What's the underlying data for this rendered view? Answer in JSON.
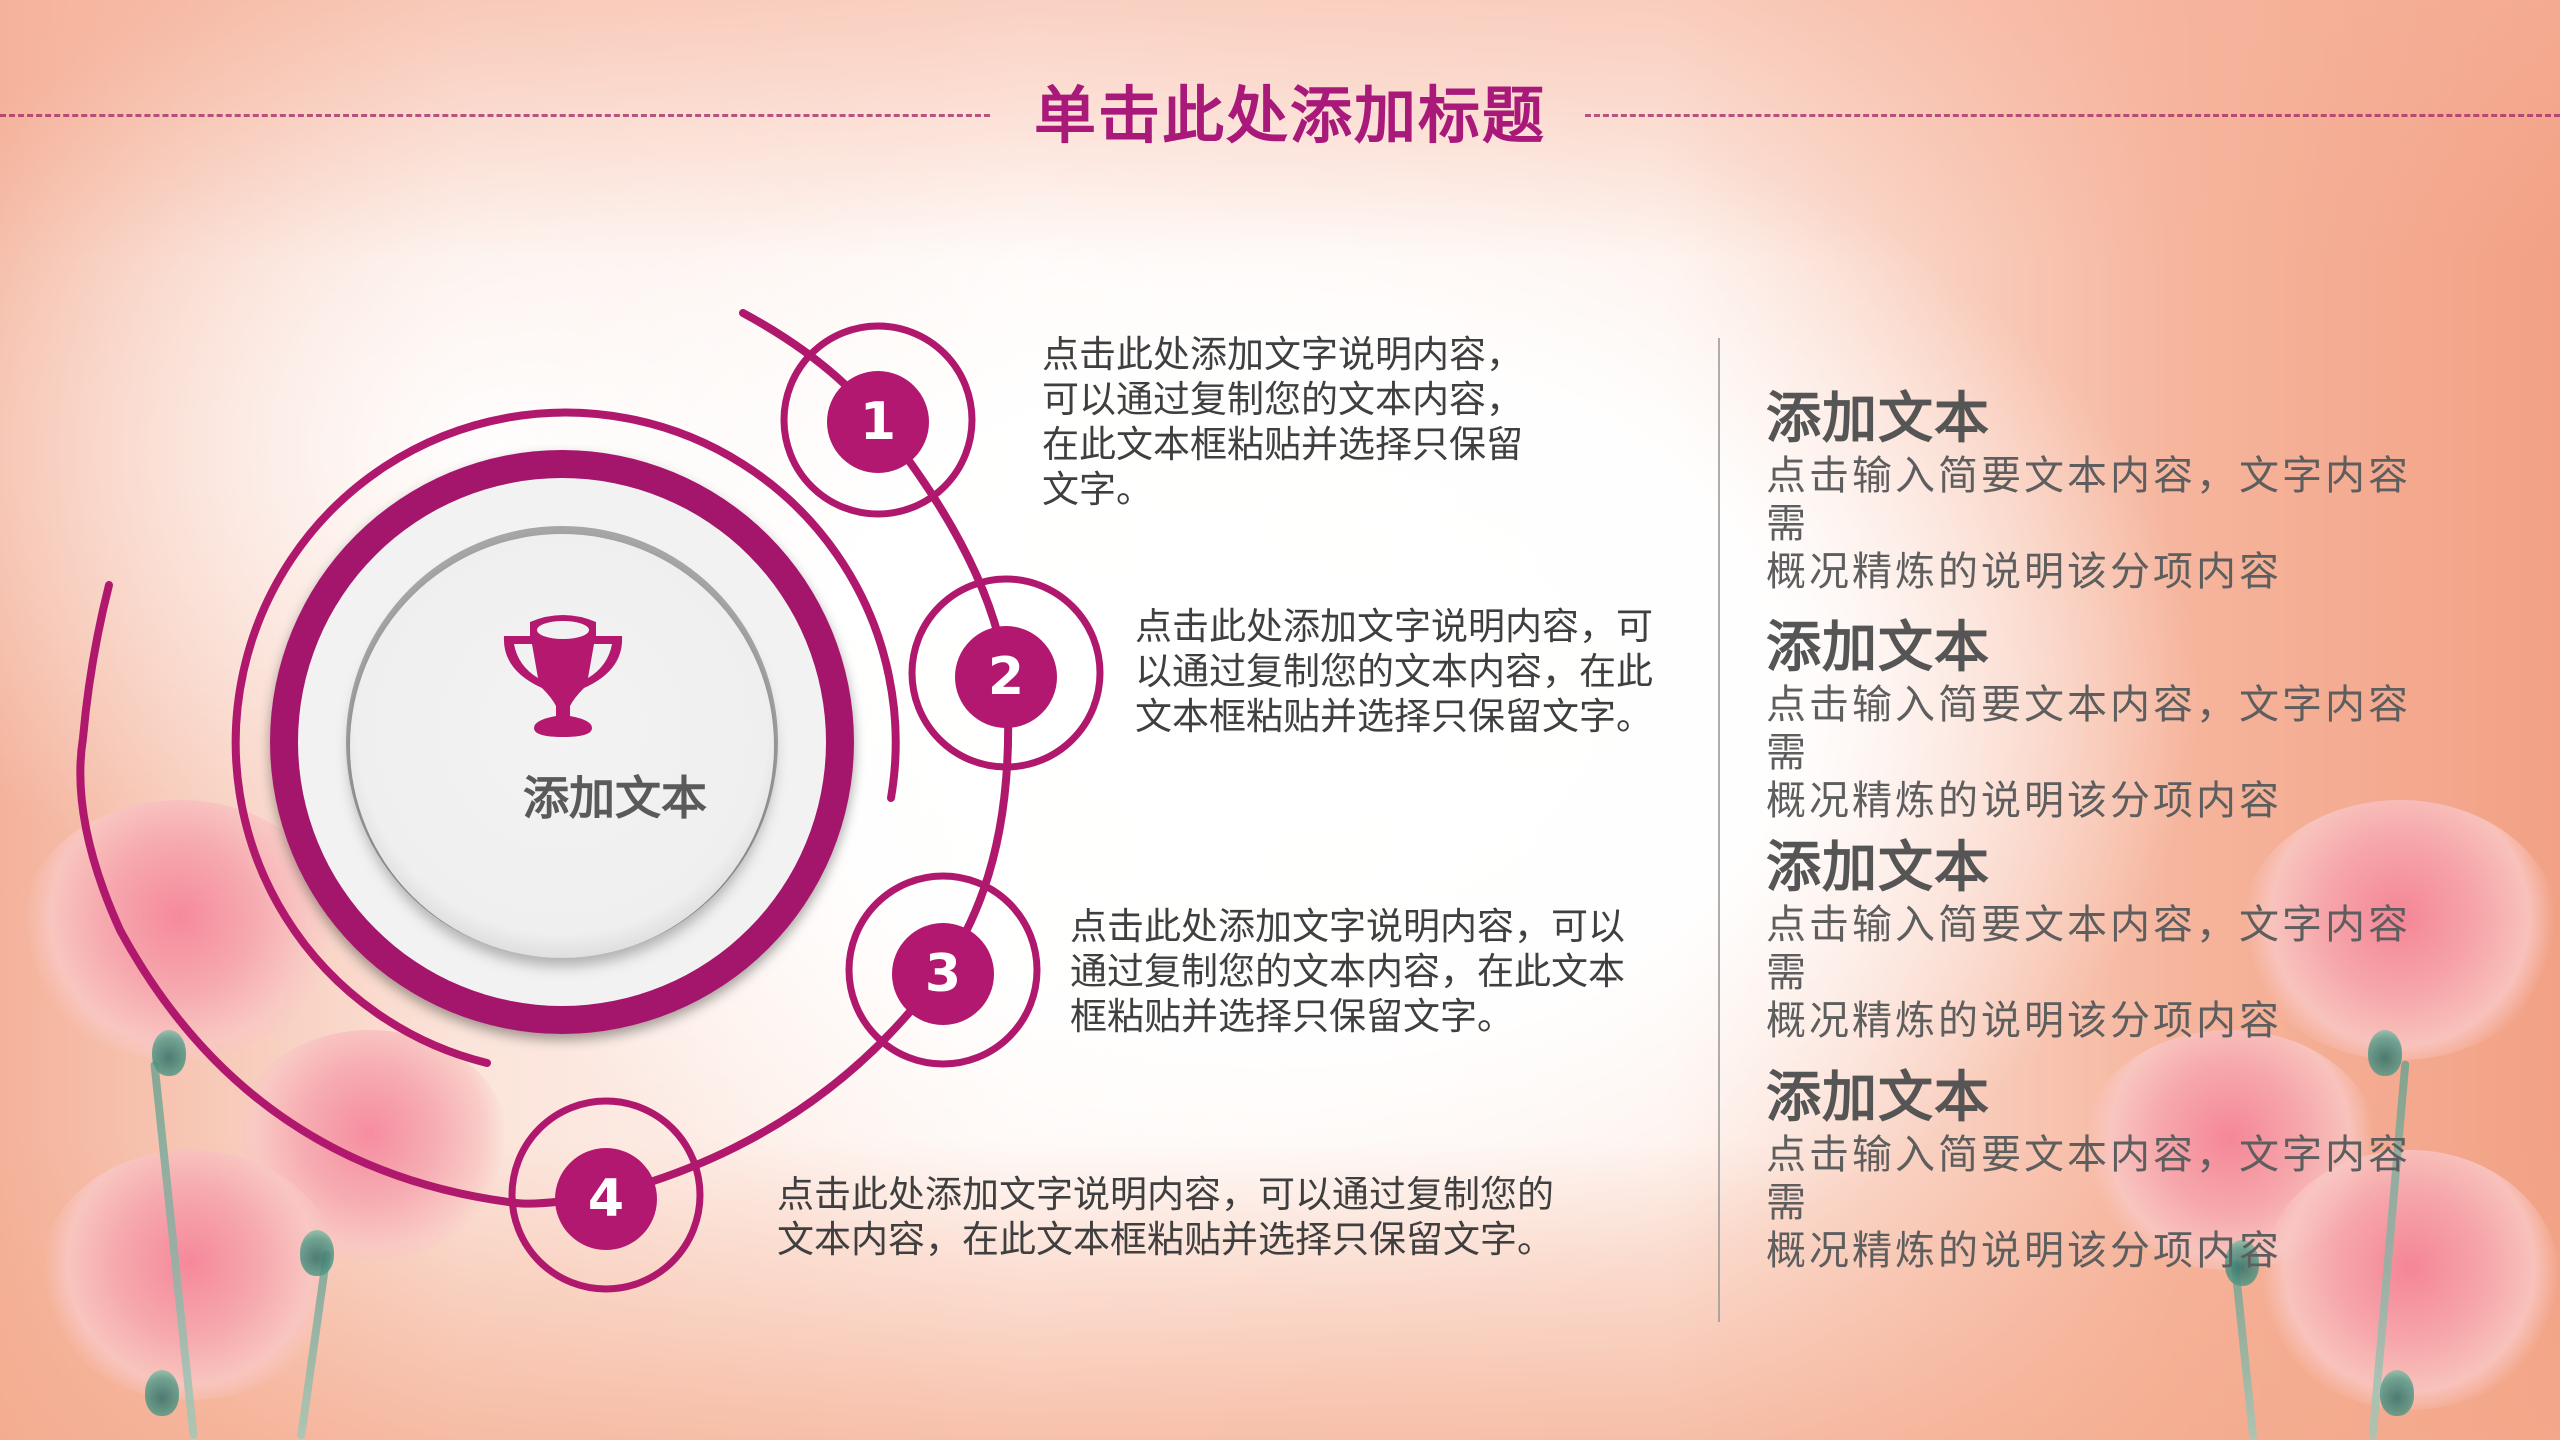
{
  "slide": {
    "title": "单击此处添加标题",
    "accent_color": "#A8197A",
    "text_color": "#3F3F3F"
  },
  "center": {
    "icon": "trophy-icon",
    "label": "添加文本"
  },
  "steps": [
    {
      "number": "1",
      "text": "点击此处添加文字说明内容，\n可以通过复制您的文本内容，\n在此文本框粘贴并选择只保留\n文字。"
    },
    {
      "number": "2",
      "text": "点击此处添加文字说明内容，可\n以通过复制您的文本内容，在此\n文本框粘贴并选择只保留文字。"
    },
    {
      "number": "3",
      "text": "点击此处添加文字说明内容，可以\n通过复制您的文本内容，在此文本\n框粘贴并选择只保留文字。"
    },
    {
      "number": "4",
      "text": "点击此处添加文字说明内容，可以通过复制您的\n文本内容，在此文本框粘贴并选择只保留文字。"
    }
  ],
  "side_items": [
    {
      "heading": "添加文本",
      "body": "点击输入简要文本内容，文字内容需\n概况精炼的说明该分项内容"
    },
    {
      "heading": "添加文本",
      "body": "点击输入简要文本内容，文字内容需\n概况精炼的说明该分项内容"
    },
    {
      "heading": "添加文本",
      "body": "点击输入简要文本内容，文字内容需\n概况精炼的说明该分项内容"
    },
    {
      "heading": "添加文本",
      "body": "点击输入简要文本内容，文字内容需\n概况精炼的说明该分项内容"
    }
  ]
}
